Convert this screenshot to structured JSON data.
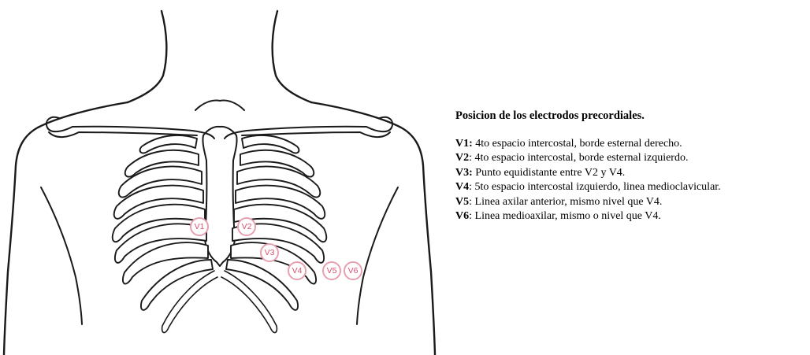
{
  "figure": {
    "markers": [
      {
        "id": "v1",
        "label": "V1"
      },
      {
        "id": "v2",
        "label": "V2"
      },
      {
        "id": "v3",
        "label": "V3"
      },
      {
        "id": "v4",
        "label": "V4"
      },
      {
        "id": "v5",
        "label": "V5"
      },
      {
        "id": "v6",
        "label": "V6"
      }
    ],
    "marker_color": "#d9506e",
    "marker_ring_color": "#e8a0b0"
  },
  "legend": {
    "title": "Posicion de los electrodos precordiales.",
    "items": [
      {
        "key": "V1:",
        "text": " 4to espacio intercostal, borde esternal derecho."
      },
      {
        "key": "V2",
        "text": ": 4to espacio intercostal, borde esternal izquierdo."
      },
      {
        "key": "V3:",
        "text": " Punto equidistante entre V2 y V4."
      },
      {
        "key": "V4",
        "text": ": 5to espacio intercostal izquierdo, linea medioclavicular."
      },
      {
        "key": "V5",
        "text": ": Linea axilar anterior, mismo nivel que V4."
      },
      {
        "key": "V6",
        "text": ": Linea medioaxilar, mismo o nivel que V4."
      }
    ]
  }
}
